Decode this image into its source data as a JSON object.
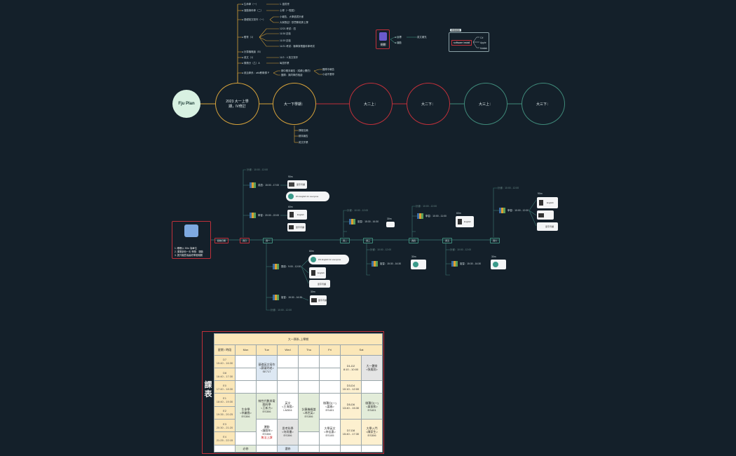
{
  "root": {
    "title": "Fju Plan"
  },
  "main_nodes": [
    {
      "label": "2023 大一上學期，IV修訂"
    },
    {
      "label": "大一下學期："
    },
    {
      "label": "大二上："
    },
    {
      "label": "大二下："
    },
    {
      "label": "大三上："
    },
    {
      "label": "大三下："
    }
  ],
  "branch_items": [
    {
      "label": "生命學（一）",
      "note": "1. 讀書會"
    },
    {
      "label": "運動與科學（二）",
      "note": "心得（一點點）"
    },
    {
      "label": "基礎英文寫作（一）",
      "note": "小報告、大學讀書計畫"
    },
    {
      "label": "",
      "note": "大家歡迎！歐思勝老師上課"
    },
    {
      "label": "體育（1）",
      "note": "12/21 考試：四"
    },
    {
      "label": "",
      "note": "11/16 訪談"
    },
    {
      "label": "",
      "note": "11/19 訪談"
    },
    {
      "label": "",
      "note": "11/21 考試：機車與電腦科學考試"
    },
    {
      "label": "計算機概論（B）",
      "note": ""
    },
    {
      "label": "英文（1）",
      "note": "11/2：4 英文寫作"
    },
    {
      "label": "微積分（乙）A",
      "note": "每週作業"
    },
    {
      "label": "政治學系：wiki教學課 P",
      "note": "期中期末報告（成績公開的）"
    },
    {
      "label": "",
      "note": "團隊：與同學的相處"
    }
  ],
  "branch_sub": [
    "團隊中報告",
    "小組不要停"
  ],
  "spring_items": [
    "課程名稱",
    "期末報告",
    "英文作業"
  ],
  "plan_card": {
    "label": "規劃"
  },
  "plan_links": [
    "目標",
    "運動"
  ],
  "plan_link_note": "英文補充",
  "software": {
    "tag": "軟體相關",
    "title": "software install",
    "items": [
      "C#",
      "Apple",
      "Matlab"
    ]
  },
  "timeline": {
    "card_lines": [
      "1. 睡眠以 20hr 為單位",
      "2. 課業部份一天 學業：運動",
      "3. 提升願意為最終學習期開"
    ],
    "start": "起始日期",
    "nodes": [
      "週日",
      "週一",
      "週二",
      "週三",
      "週四",
      "週五",
      "週六"
    ],
    "task_english": "英語：15:00 - 17:00",
    "task_study": "學習：20:00 - 22:00",
    "task_reading": "閱讀：9:00 - 12:00",
    "task_review": "複習：15:30 - 16:30",
    "task_study2": "學習：10:00 - 11:00",
    "task_sat": "學習：10:00 - 12:00",
    "eng_site": "DS English for everyone",
    "eng_label": "English",
    "mins_60": "60m",
    "mins_90": "90m",
    "mins_30": "30m",
    "memo": "單字背誦",
    "dash_note": "計畫：10:00 - 12:00"
  },
  "schedule": {
    "side_title": "課表",
    "title": "大一預系-上學期",
    "header": [
      "星期 / 時段",
      "Mon",
      "Tue",
      "Wed",
      "Thu",
      "Fri",
      "Sat"
    ],
    "times": [
      "D7\n15:40 - 16:30",
      "D8\n16:40 - 17:30",
      "E0\n17:40 - 18:30",
      "E1\n18:40 - 19:30",
      "E2\n19:35 - 20:25",
      "E3\n20:30 - 21:20",
      "E4\n21:25 - 22:15"
    ],
    "cells": {
      "tue_d7": "基礎英文寫作\n<鄭憲明老>\nSE717",
      "sat_a": "D1-D2\n8:10 - 10:00",
      "sat_b": "大一體育\n<張鳳翔>",
      "sat_c": "D3-D4\n10:10 - 12:00",
      "mon_e": "生命學\n<李麗雲>\nES306",
      "tue_e": "線性代數與電\n腦科學\n<王新力>\nES306",
      "wed_e": "英文\n<王海蓉>\nLM304",
      "thu_e": "計算機概論\n<馮世英>\nES306",
      "fri_e": "微積分(一)\n<蕭春>\nES401",
      "sat_d": "D5-D6\n13:40 - 15:30",
      "sat_e": "微積分(一)\n<黃振和>\nES401",
      "tue_e3": "運動\n<鐘錦年>\nES306",
      "tue_e3_note": "無法上課",
      "wed_e3": "思考科學\n<何尚書>\nES306",
      "fri_e3": "大學英文\n<李佳惠>\nES105",
      "sat_f": "D7-D8\n15:40 - 17:30",
      "sat_g": "大學入門\n<陳家生>\nES306"
    },
    "footer": [
      "必修",
      "",
      "選修"
    ]
  },
  "colors": {
    "bg": "#14202a",
    "yellow": "#d6a23a",
    "red": "#c0303a",
    "teal": "#3f8a7a",
    "line": "#3c7a74"
  }
}
